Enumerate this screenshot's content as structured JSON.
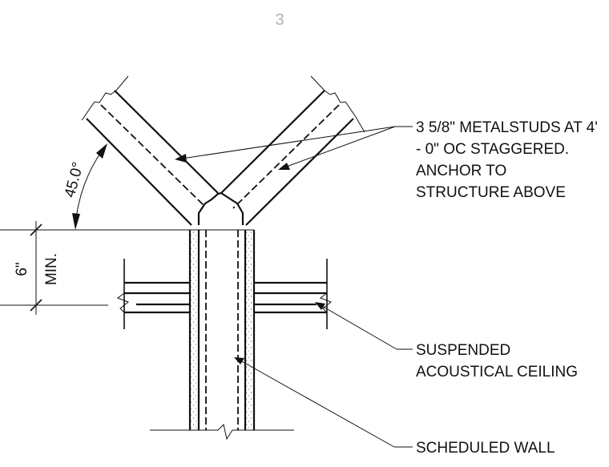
{
  "sheet_number": "3",
  "notes": {
    "studs_line1": "3 5/8\" METALSTUDS AT 4'",
    "studs_line2": "- 0\" OC  STAGGERED.",
    "studs_line3": "ANCHOR TO",
    "studs_line4": "STRUCTURE ABOVE",
    "ceiling_line1": "SUSPENDED",
    "ceiling_line2": "ACOUSTICAL CEILING",
    "wall_line1": "SCHEDULED WALL"
  },
  "dimensions": {
    "angle": "45.0°",
    "height": "6\"",
    "height_note": "MIN."
  }
}
